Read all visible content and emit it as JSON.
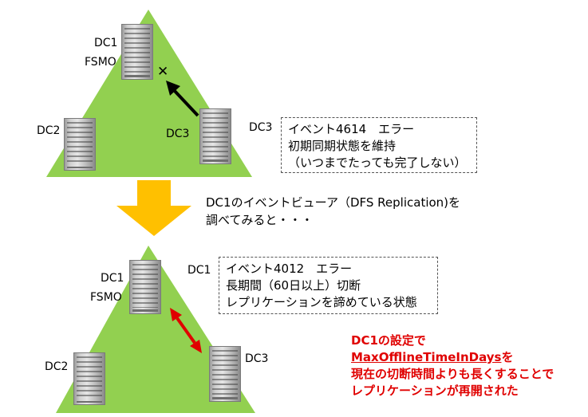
{
  "top": {
    "dc1_label": "DC1",
    "fsmo_label": "FSMO",
    "dc2_label": "DC2",
    "dc3_label_near_server": "DC3",
    "dc3_label_side": "DC3",
    "block_mark": "✕",
    "box_lines": [
      "イベント4614　エラー",
      "初期同期状態を維持",
      "（いつまでたっても完了しない）"
    ]
  },
  "middle": {
    "note_lines": [
      "DC1のイベントビューア（DFS Replication)を",
      "調べてみると・・・"
    ]
  },
  "bottom": {
    "dc1_label": "DC1",
    "fsmo_label": "FSMO",
    "dc1_label_side": "DC1",
    "dc2_label": "DC2",
    "dc3_label": "DC3",
    "box_lines": [
      "イベント4012　エラー",
      "長期間（60日以上）切断",
      "レプリケーションを諦めている状態"
    ],
    "result_line1": "DC1の設定で",
    "result_line2_param": "MaxOfflineTimeInDays",
    "result_line2_suffix": "を",
    "result_line3": "現在の切断時間よりも長くすることで",
    "result_line4": "レプリケーションが再開された"
  },
  "colors": {
    "triangle_green": "#92d050",
    "down_arrow": "#ffc000",
    "red": "#e00000"
  }
}
